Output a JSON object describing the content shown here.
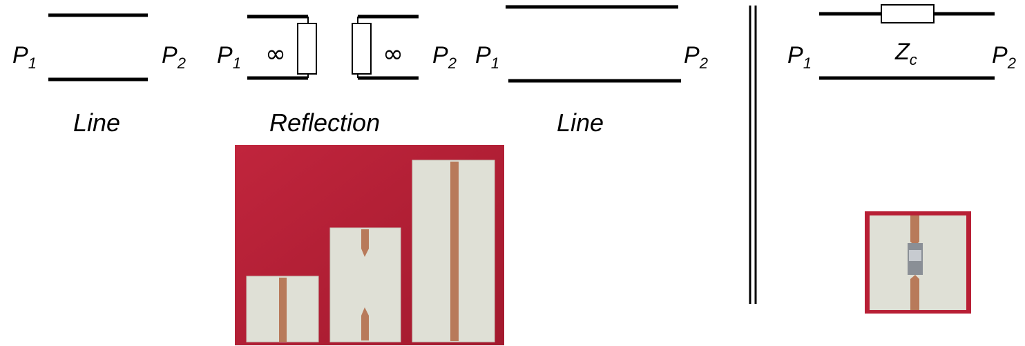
{
  "diagram": {
    "line1": {
      "port_left": "P",
      "port_left_sub": "1",
      "port_right": "P",
      "port_right_sub": "2",
      "caption": "Line"
    },
    "reflection": {
      "port_left": "P",
      "port_left_sub": "1",
      "port_right": "P",
      "port_right_sub": "2",
      "open_left": "∞",
      "open_right": "∞",
      "caption": "Reflection"
    },
    "line2": {
      "port_left": "P",
      "port_left_sub": "1",
      "port_right": "P",
      "port_right_sub": "2",
      "caption": "Line"
    },
    "dut": {
      "port_left": "P",
      "port_left_sub": "1",
      "port_right": "P",
      "port_right_sub": "2",
      "impedance": "Z",
      "impedance_sub": "c"
    }
  },
  "photos": {
    "calibration_standards": "photo-trl-standards",
    "dut_sample": "photo-dut-sample"
  },
  "colors": {
    "background_red": "#b81f35",
    "substrate": "#dfe0d6",
    "copper": "#b87a5a"
  }
}
